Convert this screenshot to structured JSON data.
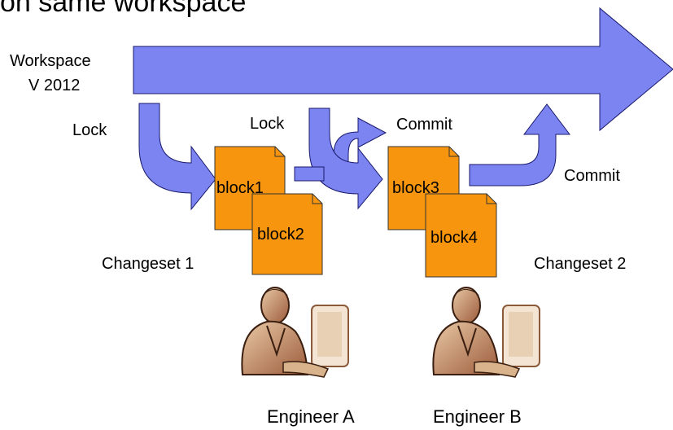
{
  "title": "on same workspace",
  "workspace": {
    "line1": "Workspace",
    "line2": "V 2012"
  },
  "labels": {
    "lock_left": "Lock",
    "lock_mid": "Lock",
    "commit_mid": "Commit",
    "commit_right": "Commit",
    "changeset1": "Changeset 1",
    "changeset2": "Changeset 2",
    "engineer_a": "Engineer A",
    "engineer_b": "Engineer B"
  },
  "blocks": [
    "block1",
    "block2",
    "block3",
    "block4"
  ],
  "colors": {
    "arrow_fill": "#7b84f0",
    "arrow_stroke": "#1a1a6e",
    "doc_fill": "#f7960e",
    "doc_stroke": "#333333"
  }
}
